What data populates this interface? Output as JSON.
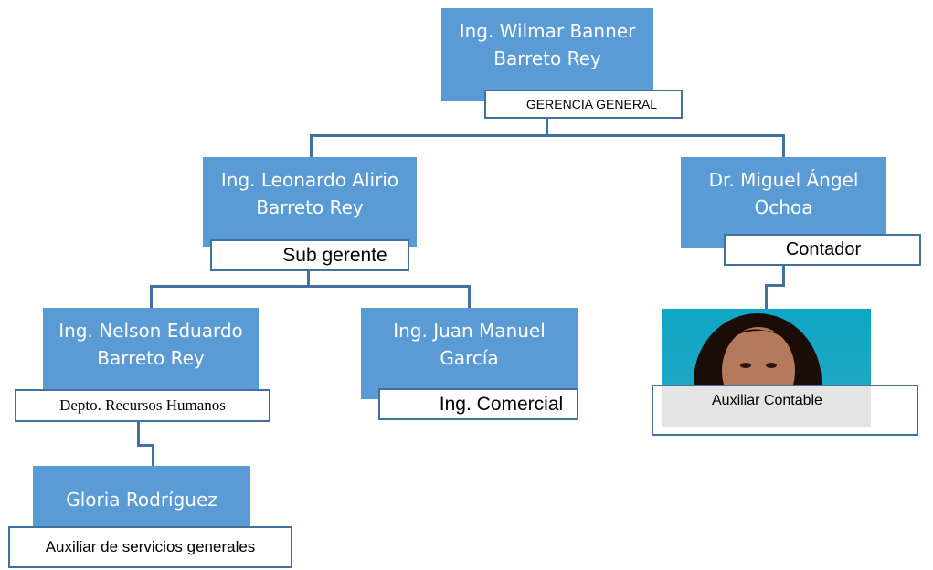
{
  "org_chart": {
    "root": {
      "name": "Ing. Wilmar Banner Barreto Rey",
      "role": "GERENCIA GENERAL"
    },
    "subgerente": {
      "name": "Ing. Leonardo Alirio Barreto Rey",
      "role": "Sub gerente"
    },
    "contador": {
      "name": "Dr. Miguel Ángel Ochoa",
      "role": "Contador"
    },
    "rrhh": {
      "name": "Ing. Nelson Eduardo Barreto Rey",
      "role": "Depto. Recursos Humanos"
    },
    "comercial": {
      "name": "Ing. Juan Manuel García",
      "role": "Ing. Comercial"
    },
    "servicios": {
      "name": "Gloria Rodríguez",
      "role": "Auxiliar de servicios generales"
    },
    "aux_contable": {
      "role": "Auxiliar Contable"
    }
  },
  "colors": {
    "node_fill": "#5b9bd5",
    "connector": "#41719c",
    "label_border": "#41719c"
  }
}
